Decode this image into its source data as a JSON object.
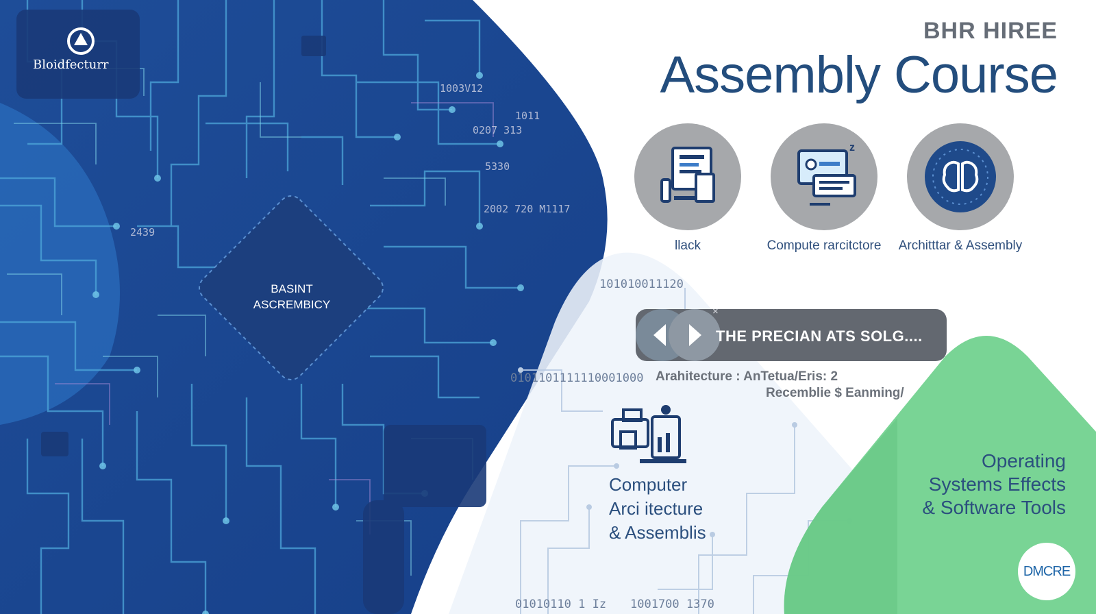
{
  "brand": {
    "name": "Bloidfecturr"
  },
  "board": {
    "chip_label": "BASINT\nASCREMBICY",
    "code_labels": [
      "1003V12",
      "1011",
      "0207 313",
      "5330",
      "2002 720 M1117",
      "2439"
    ]
  },
  "header": {
    "eyebrow": "BHR HIREE",
    "title": "Assembly Course"
  },
  "features": [
    {
      "label": "llack",
      "icon": "documents-computer-icon"
    },
    {
      "label": "Compute rarcitctore",
      "icon": "computer-cards-icon"
    },
    {
      "label": "Architttar & Assembly",
      "icon": "brain-chip-icon"
    }
  ],
  "banner": {
    "text": "THE PRECIAN ATS SOLG....",
    "close_glyph": "×",
    "sub_line1": "Arahitecture : AnTetua/Eris: 2",
    "sub_line2": "Recemblie $ Eanming/"
  },
  "binary": {
    "top": "101010011120",
    "middle": "0101101111110001000",
    "bottom_left": "01010110 1 Iz",
    "bottom_right": "1001700 1370"
  },
  "card": {
    "text": "Computer\nArci itecture\n& Assemblis",
    "icon": "workstation-icon"
  },
  "green_panel": {
    "text": "Operating\nSystems Effects\n& Software Tools"
  },
  "logo": {
    "text": "DMCRE"
  },
  "colors": {
    "board_blue": "#1f4f9c",
    "navy": "#234d7d",
    "gray_circle": "#a6a8ab",
    "green": "#72d28f",
    "pill": "#636870"
  }
}
